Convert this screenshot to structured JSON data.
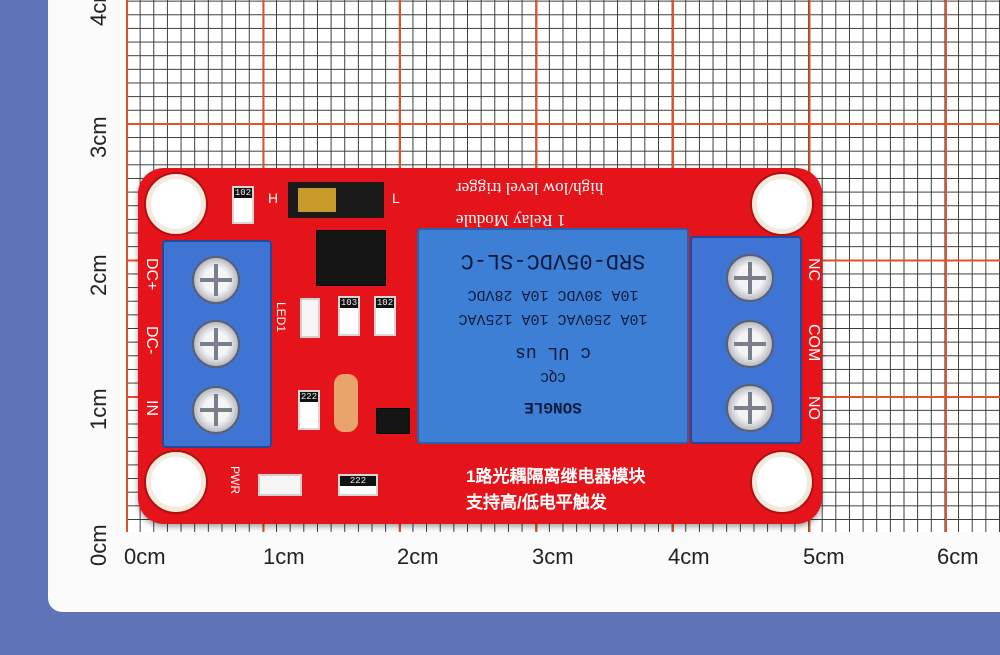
{
  "ruler": {
    "x_labels": [
      "0cm",
      "1cm",
      "2cm",
      "3cm",
      "4cm",
      "5cm",
      "6cm"
    ],
    "y_labels": [
      "0cm",
      "1cm",
      "2cm",
      "3cm"
    ],
    "top_partial": "4cm"
  },
  "module": {
    "title_line1": "1 Relay Module",
    "title_line2": "high/low level trigger",
    "jumper_h": "H",
    "jumper_l": "L",
    "left_pins": [
      "DC+",
      "DC-",
      "IN"
    ],
    "right_pins": [
      "NC",
      "COM",
      "NO"
    ],
    "led_label": "LED1",
    "pwr_label": "PWR",
    "res_codes": [
      "102",
      "103",
      "102",
      "222",
      "222"
    ],
    "chinese_line1": "1路光耦隔离继电器模块",
    "chinese_line2": "支持高/低电平触发"
  },
  "relay": {
    "model": "SRD-05VDC-SL-C",
    "rating1": "10A 250VAC  10A 125VAC",
    "rating2": "10A 30VDC  10A 28VDC",
    "ul": "c UL us",
    "cqc": "CQC",
    "brand": "SONGLE"
  }
}
